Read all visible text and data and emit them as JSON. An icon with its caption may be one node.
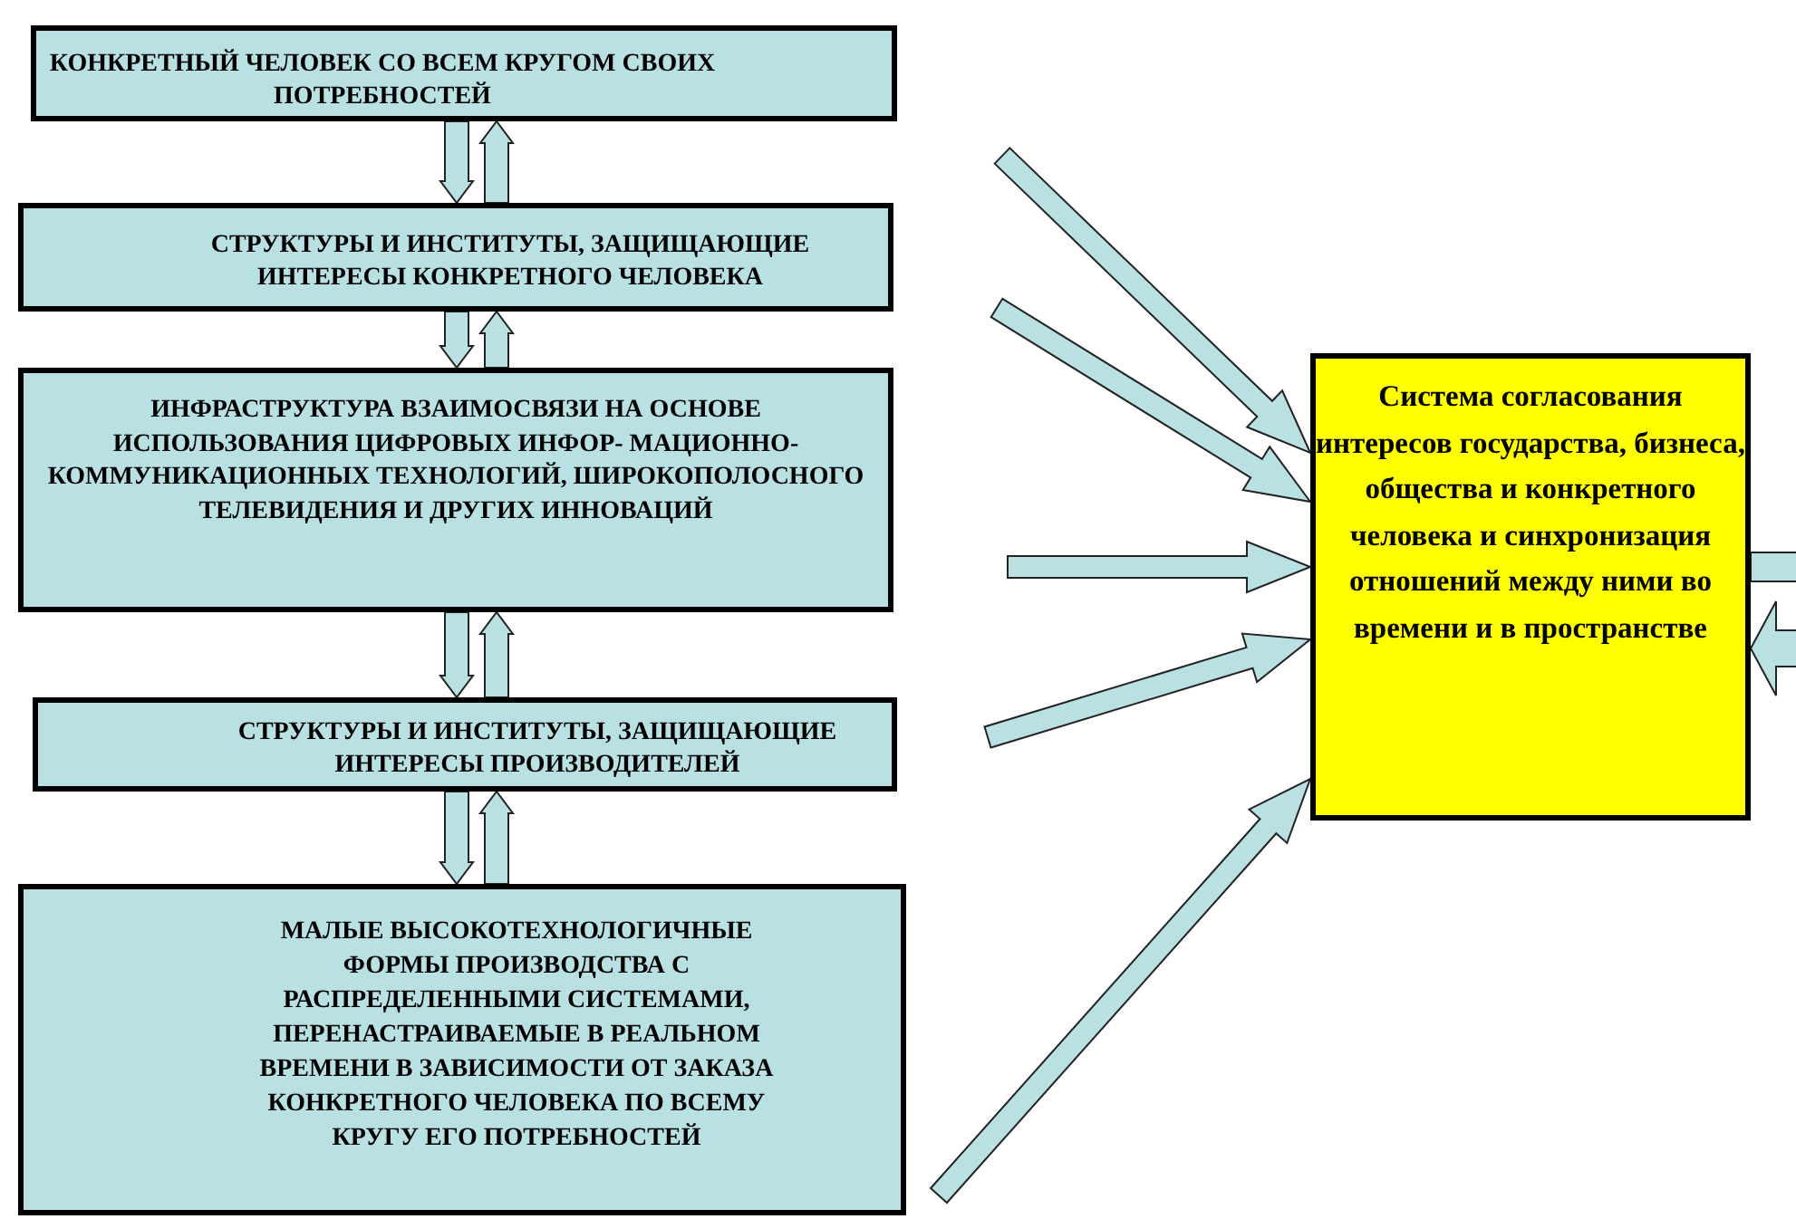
{
  "diagram": {
    "nodes": [
      {
        "text": [
          "КОНКРЕТНЫЙ ЧЕЛОВЕК СО ВСЕМ КРУГОМ СВОИХ ПОТРЕБНОСТЕЙ"
        ]
      },
      {
        "text": [
          "СТРУКТУРЫ И ИНСТИТУТЫ, ЗАЩИЩАЮЩИЕ ИНТЕРЕСЫ КОНКРЕТНОГО ЧЕЛОВЕКА"
        ]
      },
      {
        "text": [
          "ИНФРАСТРУКТУРА ВЗАИМОСВЯЗИ НА ОСНОВЕ ИСПОЛЬЗОВАНИЯ ЦИФРОВЫХ ИНФОР- МАЦИОННО- КОММУНИКАЦИОННЫХ ТЕХНОЛОГИЙ, ШИРОКОПОЛОСНОГО ТЕЛЕВИДЕНИЯ И ДРУГИХ ИННОВАЦИЙ"
        ]
      },
      {
        "text": [
          "СТРУКТУРЫ И ИНСТИТУТЫ, ЗАЩИЩАЮЩИЕ ИНТЕРЕСЫ ПРОИЗВОДИТЕЛЕЙ"
        ]
      },
      {
        "text": [
          "МАЛЫЕ ВЫСОКОТЕХНОЛОГИЧНЫЕ ФОРМЫ ПРОИЗВОДСТВА С РАСПРЕДЕЛЕННЫМИ СИСТЕМАМИ, ПЕРЕНАСТРАИВАЕМЫЕ В РЕАЛЬНОМ ВРЕМЕНИ В ЗАВИСИМОСТИ ОТ ЗАКАЗА КОНКРЕТНОГО ЧЕЛОВЕКА ПО ВСЕМУ КРУГУ ЕГО ПОТРЕБНОСТЕЙ"
        ]
      },
      {
        "text": [
          "Система согласования интересов государства, бизнеса, общества и конкретного человека и синхронизация отношений между ними во времени и в пространстве"
        ]
      }
    ],
    "edges": [
      {
        "from": 0,
        "to": 1,
        "arrow": "to"
      },
      {
        "from": 1,
        "to": 0,
        "arrow": "to"
      },
      {
        "from": 1,
        "to": 2,
        "arrow": "to"
      },
      {
        "from": 2,
        "to": 1,
        "arrow": "to"
      },
      {
        "from": 2,
        "to": 3,
        "arrow": "to"
      },
      {
        "from": 3,
        "to": 2,
        "arrow": "to"
      },
      {
        "from": 3,
        "to": 4,
        "arrow": "to"
      },
      {
        "from": 4,
        "to": 3,
        "arrow": "to"
      },
      {
        "from": null,
        "to": 5,
        "arrow": "to"
      },
      {
        "from": null,
        "to": 5,
        "arrow": "to"
      },
      {
        "from": null,
        "to": 5,
        "arrow": "to"
      },
      {
        "from": null,
        "to": 5,
        "arrow": "to"
      },
      {
        "from": null,
        "to": 5,
        "arrow": "to"
      },
      {
        "from": 5,
        "to": null,
        "arrow": "none"
      },
      {
        "from": null,
        "to": 5,
        "arrow": "to"
      }
    ]
  }
}
